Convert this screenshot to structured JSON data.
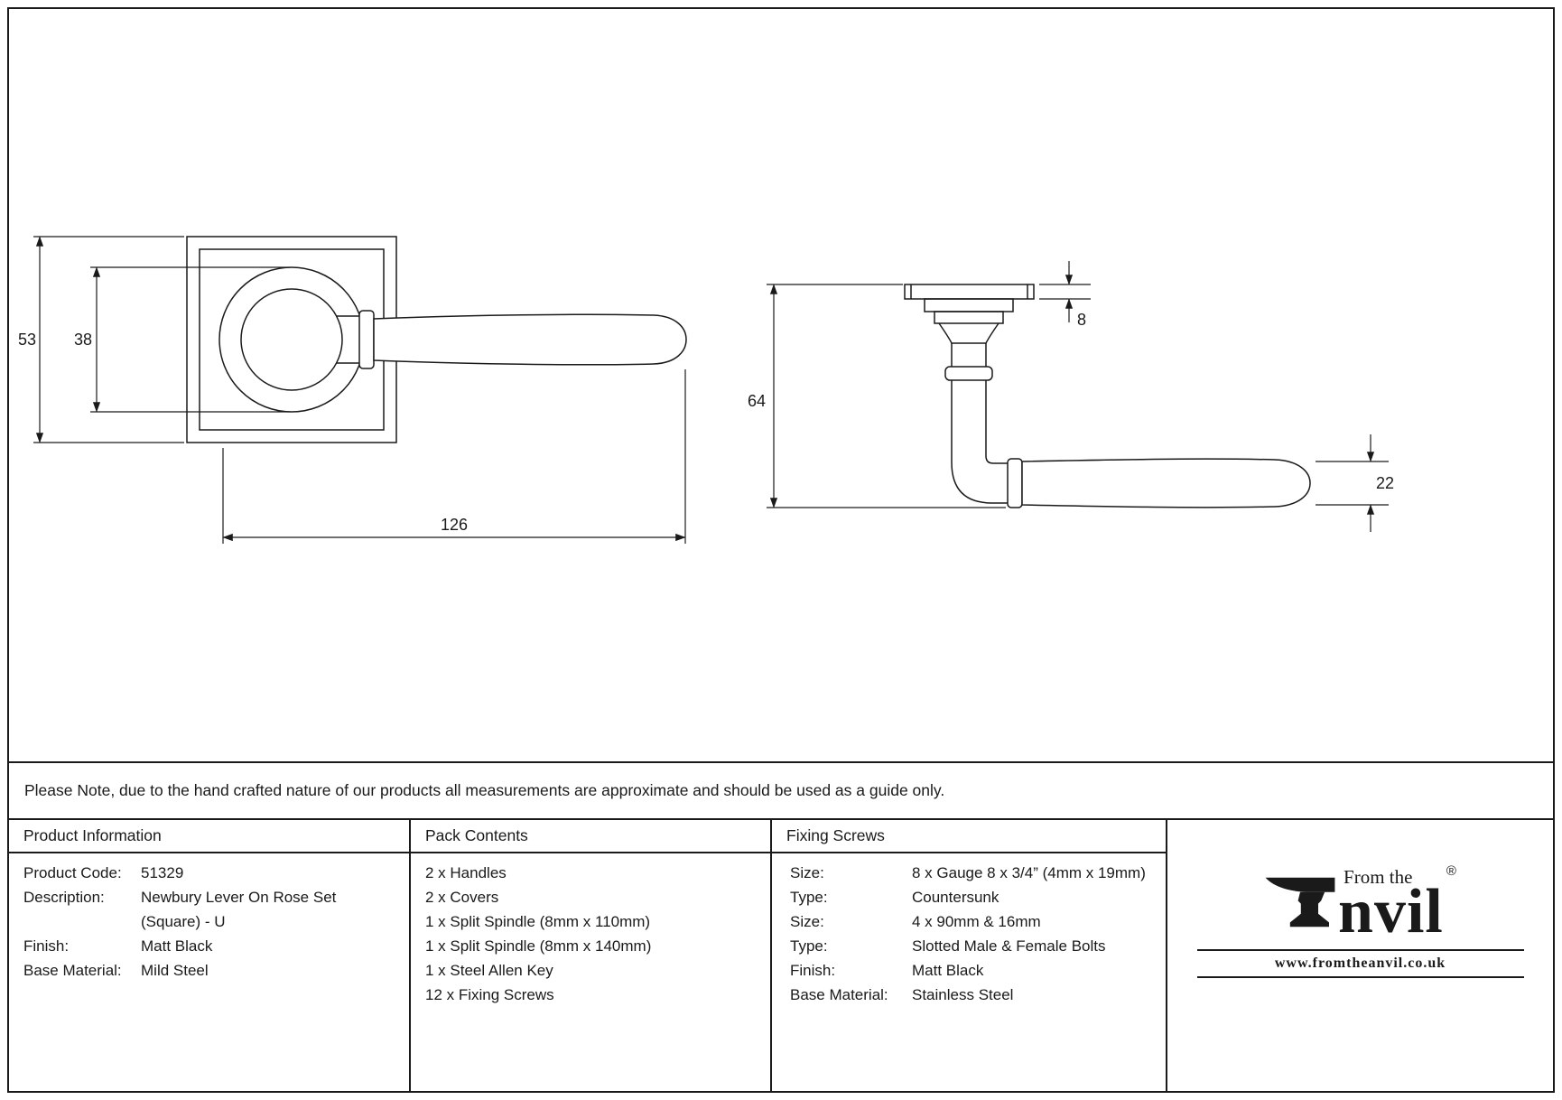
{
  "note": "Please Note, due to the hand crafted nature of our products all measurements are approximate and should be used as a guide only.",
  "drawing": {
    "front_view": {
      "dim_square_height": "53",
      "dim_rose_diameter": "38",
      "dim_lever_length": "126"
    },
    "side_view": {
      "dim_rose_thickness": "8",
      "dim_projection": "64",
      "dim_lever_diameter": "22"
    }
  },
  "product_information": {
    "header": "Product Information",
    "rows": [
      {
        "label": "Product Code:",
        "value": "51329"
      },
      {
        "label": "Description:",
        "value": "Newbury Lever On Rose Set (Square) - U"
      },
      {
        "label": "Finish:",
        "value": "Matt Black"
      },
      {
        "label": "Base Material:",
        "value": "Mild Steel"
      }
    ]
  },
  "pack_contents": {
    "header": "Pack Contents",
    "items": [
      "2 x Handles",
      "2 x Covers",
      "1 x Split Spindle (8mm x 110mm)",
      "1 x Split Spindle (8mm x 140mm)",
      "1 x Steel Allen Key",
      "12 x Fixing Screws"
    ]
  },
  "fixing_screws": {
    "header": "Fixing Screws",
    "rows": [
      {
        "label": "Size:",
        "value": "8 x Gauge 8 x 3/4” (4mm x 19mm)"
      },
      {
        "label": "Type:",
        "value": "Countersunk"
      },
      {
        "label": "Size:",
        "value": "4 x 90mm & 16mm"
      },
      {
        "label": "Type:",
        "value": "Slotted Male & Female Bolts"
      },
      {
        "label": "Finish:",
        "value": "Matt Black"
      },
      {
        "label": "Base Material:",
        "value": "Stainless Steel"
      }
    ]
  },
  "logo": {
    "tagline": "From the",
    "wordmark": "nvil",
    "registered": "®",
    "website": "www.fromtheanvil.co.uk"
  },
  "colors": {
    "ink": "#1a1a1a",
    "background": "#ffffff"
  }
}
